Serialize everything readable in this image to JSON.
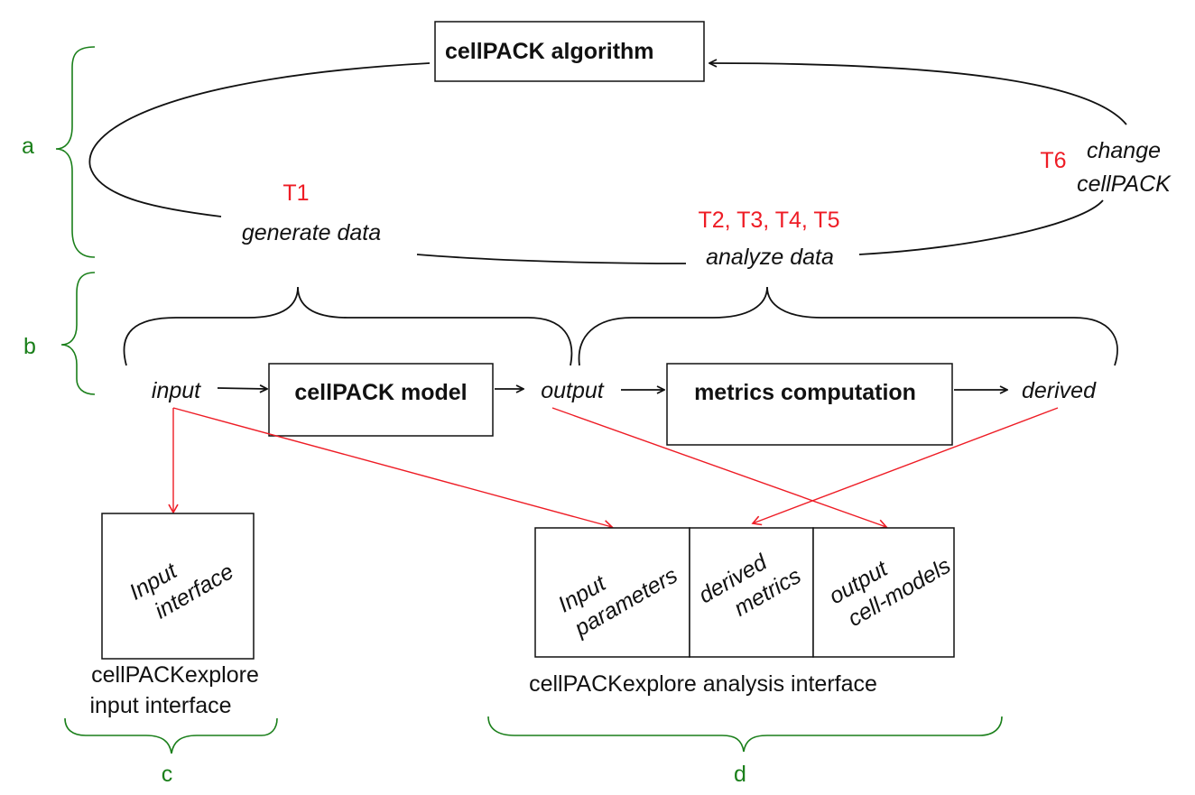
{
  "nodes": {
    "algorithm": "cellPACK algorithm",
    "model": "cellPACK model",
    "metrics": "metrics computation",
    "input": "input",
    "output": "output",
    "derived": "derived",
    "generate_data": "generate data",
    "analyze_data": "analyze data",
    "change_line1": "change",
    "change_line2": "cellPACK"
  },
  "tasks": {
    "t1": "T1",
    "t2_t5": "T2, T3, T4, T5",
    "t6": "T6"
  },
  "interfaces": {
    "input_panel_line1": "Input",
    "input_panel_line2": "interface",
    "input_caption_line1": "cellPACKexplore",
    "input_caption_line2": "input interface",
    "analysis_panels": [
      {
        "line1": "Input",
        "line2": "parameters"
      },
      {
        "line1": "derived",
        "line2": "metrics"
      },
      {
        "line1": "output",
        "line2": "cell-models"
      }
    ],
    "analysis_caption": "cellPACKexplore analysis interface"
  },
  "brackets": {
    "a": "a",
    "b": "b",
    "c": "c",
    "d": "d"
  },
  "colors": {
    "task_red": "#ee1c25",
    "bracket_green": "#1a7f1a",
    "line_black": "#111111"
  }
}
